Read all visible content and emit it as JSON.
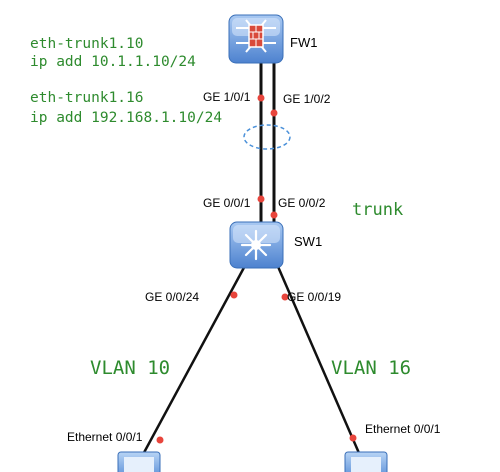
{
  "colors": {
    "annotation": "#2e8b2e",
    "link": "#111111",
    "port_dot": "#e8453c",
    "device_blue": "#5b8fd6",
    "lag_ellipse": "#4a90d9"
  },
  "devices": {
    "fw": {
      "name": "FW1",
      "icon": "firewall-icon"
    },
    "sw": {
      "name": "SW1",
      "icon": "layer3-switch-icon"
    },
    "pc_left": {
      "icon": "pc-icon"
    },
    "pc_right": {
      "icon": "pc-icon"
    }
  },
  "ports": {
    "fw_left": "GE 1/0/1",
    "fw_right": "GE 1/0/2",
    "sw_up_left": "GE 0/0/1",
    "sw_up_right": "GE 0/0/2",
    "sw_down_left": "GE 0/0/24",
    "sw_down_right": "GE 0/0/19",
    "pc_left": "Ethernet 0/0/1",
    "pc_right": "Ethernet 0/0/1"
  },
  "config": {
    "sub1_if": "eth-trunk1.10",
    "sub1_ip": "ip add 10.1.1.10/24",
    "sub2_if": "eth-trunk1.16",
    "sub2_ip": "ip add 192.168.1.10/24"
  },
  "labels": {
    "trunk": "trunk",
    "vlan_left": "VLAN 10",
    "vlan_right": "VLAN 16"
  }
}
